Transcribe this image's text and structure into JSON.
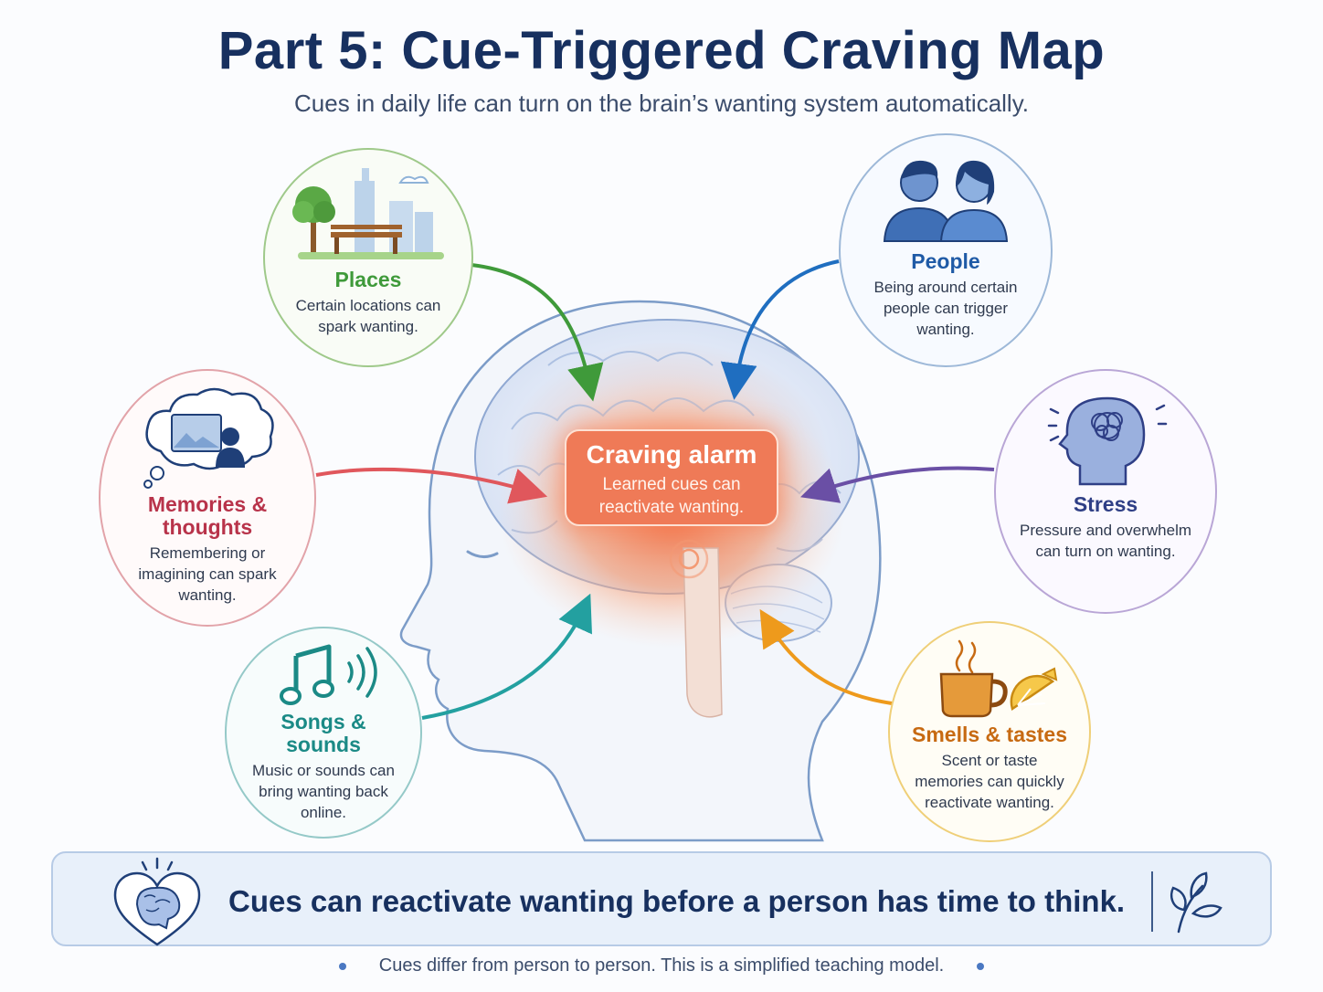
{
  "header": {
    "title": "Part 5: Cue-Triggered Craving Map",
    "subtitle": "Cues in daily life can turn on the brain’s wanting system automatically."
  },
  "center": {
    "title": "Craving alarm",
    "description": "Learned cues can reactivate wanting."
  },
  "cues": {
    "places": {
      "title": "Places",
      "description": "Certain locations can spark wanting.",
      "color": "#3f9a3a",
      "icon": "park-bench-icon"
    },
    "people": {
      "title": "People",
      "description": "Being around certain people can trigger wanting.",
      "color": "#1f5aa6",
      "icon": "two-people-icon"
    },
    "memories": {
      "title": "Memories & thoughts",
      "description": "Remembering or imagining can spark wanting.",
      "color": "#b8334a",
      "icon": "thought-bubble-icon"
    },
    "stress": {
      "title": "Stress",
      "description": "Pressure and overwhelm can turn on wanting.",
      "color": "#2f3f86",
      "icon": "tangled-head-icon"
    },
    "songs": {
      "title": "Songs & sounds",
      "description": "Music or sounds can bring wanting back online.",
      "color": "#1b8a86",
      "icon": "music-note-icon"
    },
    "smells": {
      "title": "Smells & tastes",
      "description": "Scent or taste memories can quickly reactivate wanting.",
      "color": "#c76a12",
      "icon": "coffee-lemon-icon"
    }
  },
  "banner": {
    "text": "Cues can reactivate wanting before a person has time to think."
  },
  "footnote": {
    "text": "Cues differ from person to person. This is a simplified teaching model."
  }
}
